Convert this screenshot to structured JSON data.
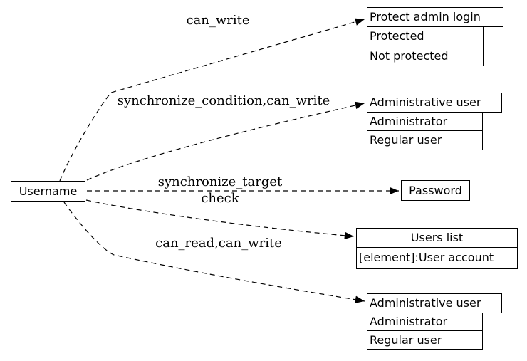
{
  "diagram": {
    "background_color": "#ffffff",
    "line_color": "#000000",
    "root_node": {
      "label": "Username"
    },
    "nodes": [
      {
        "title": "Protect admin login",
        "rows": [
          "Protected",
          "Not protected"
        ]
      },
      {
        "title": "Administrative user",
        "rows": [
          "Administrator",
          "Regular user"
        ]
      },
      {
        "title": "Password",
        "rows": []
      },
      {
        "title": "Users list",
        "rows": [
          "[element]:User account"
        ]
      },
      {
        "title": "Administrative user",
        "rows": [
          "Administrator",
          "Regular user"
        ]
      }
    ],
    "edges": [
      {
        "from": "Username",
        "to": "Protect admin login",
        "label": "can_write"
      },
      {
        "from": "Username",
        "to": "Administrative user",
        "label": "synchronize_condition,can_write"
      },
      {
        "from": "Username",
        "to": "Password",
        "label": "synchronize_target"
      },
      {
        "from": "Username",
        "to": "Users list",
        "label": "check"
      },
      {
        "from": "Username",
        "to": "Administrative user",
        "label": "can_read,can_write"
      }
    ]
  }
}
